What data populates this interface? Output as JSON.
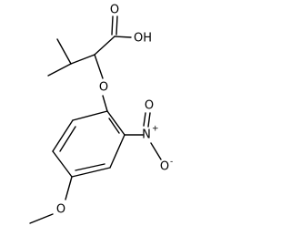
{
  "molecule": {
    "atoms": {
      "acid_oxygen": "O",
      "hydroxyl": "OH",
      "ether_oxygen": "O",
      "nitro_nitrogen": "N",
      "nitro_charge_plus": "+",
      "nitro_oxygen_double": "O",
      "nitro_oxygen_single": "O",
      "nitro_charge_minus": "-",
      "methoxy_oxygen": "O"
    }
  }
}
